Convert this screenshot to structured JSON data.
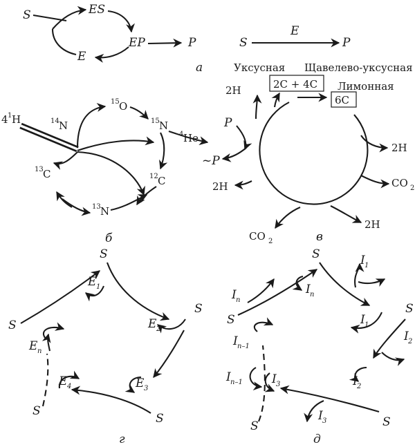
{
  "panel_a": {
    "cycle": {
      "s": "S",
      "es": "ES",
      "ep": "EP",
      "p": "P",
      "e": "E"
    },
    "reaction": {
      "s": "S",
      "e": "E",
      "p": "P"
    },
    "label": "а"
  },
  "panel_b": {
    "h_count": "4",
    "h_mass": "1",
    "h": "H",
    "n14_mass": "14",
    "n14": "N",
    "o15_mass": "15",
    "o15": "O",
    "n15_mass": "15",
    "n15": "N",
    "he_mass": "4",
    "he": "He",
    "c13_mass": "13",
    "c13": "C",
    "c12_mass": "12",
    "c12": "C",
    "n13_mass": "13",
    "n13": "N",
    "label": "б"
  },
  "panel_v": {
    "acetic": "Уксусная",
    "oxaloacetic": "Щавелево-уксусная",
    "citric": "Лимонная",
    "box_2c4c": "2C + 4C",
    "box_6c": "6C",
    "h2_top": "2H",
    "p": "P",
    "p_tilde": "~P",
    "h2_left": "2H",
    "co2_bottom_base": "CO",
    "co2_bottom_sub": "2",
    "h2_bottom": "2H",
    "co2_right_base": "CO",
    "co2_right_sub": "2",
    "h2_right": "2H",
    "label": "в"
  },
  "panel_g": {
    "s_top": "S",
    "e1": "E",
    "e1_sub": "1",
    "s_right": "S",
    "e2": "E",
    "e2_sub": "2",
    "s_left": "S",
    "en": "E",
    "en_sub": "n",
    "e4": "E",
    "e4_sub": "4",
    "e3": "E",
    "e3_sub": "3",
    "s_bl": "S",
    "s_br": "S",
    "label": "г"
  },
  "panel_d": {
    "s_top": "S",
    "i1_top": "I",
    "i1_top_sub": "1",
    "in_a": "I",
    "in_a_sub": "n",
    "in_b": "I",
    "in_b_sub": "n",
    "s_right": "S",
    "i1": "I",
    "i1_sub": "1",
    "s_left": "S",
    "inm1_a": "I",
    "inm1_a_sub": "n–1",
    "i2_r": "I",
    "i2_r_sub": "2",
    "inm1_b": "I",
    "inm1_b_sub": "n–1",
    "i3": "I",
    "i3_sub": "3",
    "i2": "I",
    "i2_sub": "2",
    "i3_b": "I",
    "i3_b_sub": "3",
    "s_bl": "S",
    "s_br": "S",
    "label": "д"
  }
}
